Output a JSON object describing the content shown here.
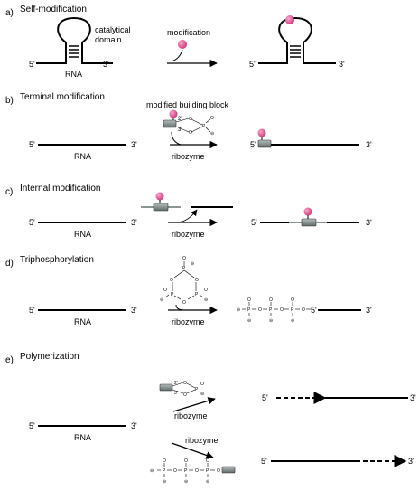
{
  "colors": {
    "line": "#000000",
    "pink": "#e0508a",
    "block": "#7f8b8a",
    "gray_strand": "#8b9694"
  },
  "sections": [
    {
      "letter": "a)",
      "title": "Self-modification"
    },
    {
      "letter": "b)",
      "title": "Terminal modification"
    },
    {
      "letter": "c)",
      "title": "Internal modification"
    },
    {
      "letter": "d)",
      "title": "Triphosphorylation"
    },
    {
      "letter": "e)",
      "title": "Polymerization"
    }
  ],
  "labels": {
    "five": "5'",
    "three": "3'",
    "rna": "RNA",
    "ribozyme": "ribozyme",
    "modification": "modification",
    "catalytical": "catalytical",
    "domain": "domain",
    "modified_building_block": "modified building block",
    "two": "2'",
    "three_prime_small": "3'",
    "o": "O",
    "p": "P",
    "minus": "⊖"
  }
}
